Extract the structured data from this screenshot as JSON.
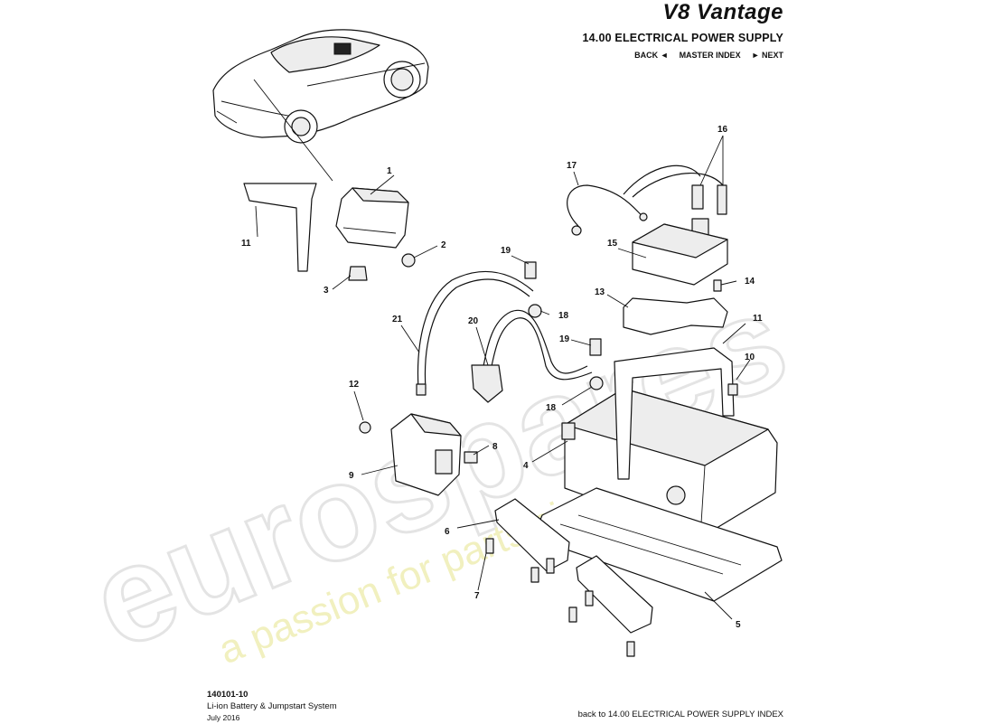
{
  "header": {
    "brand": "V8 Vantage",
    "section_title": "14.00 ELECTRICAL POWER SUPPLY",
    "nav": {
      "back": "BACK ◄",
      "master": "MASTER INDEX",
      "next": "► NEXT"
    }
  },
  "footer": {
    "code": "140101-10",
    "title": "Li-ion Battery & Jumpstart System",
    "date": "July 2016",
    "back_link": "back to 14.00 ELECTRICAL POWER SUPPLY INDEX"
  },
  "watermark": {
    "logo": "eurospares",
    "tagline": "a passion for parts since 1985"
  },
  "callouts": {
    "c1": "1",
    "c2": "2",
    "c3": "3",
    "c4": "4",
    "c5": "5",
    "c6": "6",
    "c7": "7",
    "c8": "8",
    "c9": "9",
    "c10": "10",
    "c11a": "11",
    "c11b": "11",
    "c12": "12",
    "c13": "13",
    "c14": "14",
    "c15": "15",
    "c16": "16",
    "c17": "17",
    "c18a": "18",
    "c18b": "18",
    "c19a": "19",
    "c19b": "19",
    "c20": "20",
    "c21": "21"
  }
}
